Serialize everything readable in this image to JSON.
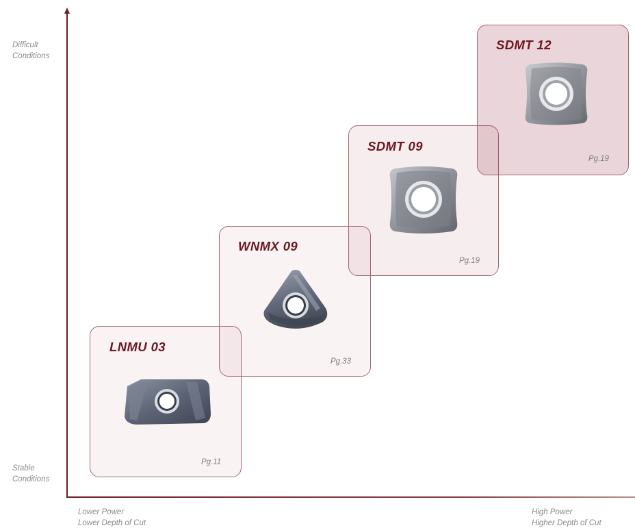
{
  "y_axis": {
    "top_label": [
      "Difficult",
      "Conditions"
    ],
    "bottom_label": [
      "Stable",
      "Conditions"
    ]
  },
  "x_axis": {
    "left_label": [
      "Lower Power",
      "Lower Depth of Cut"
    ],
    "right_label": [
      "High Power",
      "Higher Depth of Cut"
    ]
  },
  "inserts": [
    {
      "title": "LNMU 03",
      "page": "Pg.11",
      "icon": "lnmu-insert-icon"
    },
    {
      "title": "WNMX 09",
      "page": "Pg.33",
      "icon": "wnmx-insert-icon"
    },
    {
      "title": "SDMT 09",
      "page": "Pg.19",
      "icon": "sdmt-09-insert-icon"
    },
    {
      "title": "SDMT 12",
      "page": "Pg.19",
      "icon": "sdmt-12-insert-icon"
    }
  ],
  "colors": {
    "axis": "#6e1c24",
    "card_border": "#a36770",
    "title": "#6c1721",
    "label_text": "#8a8a8a"
  }
}
